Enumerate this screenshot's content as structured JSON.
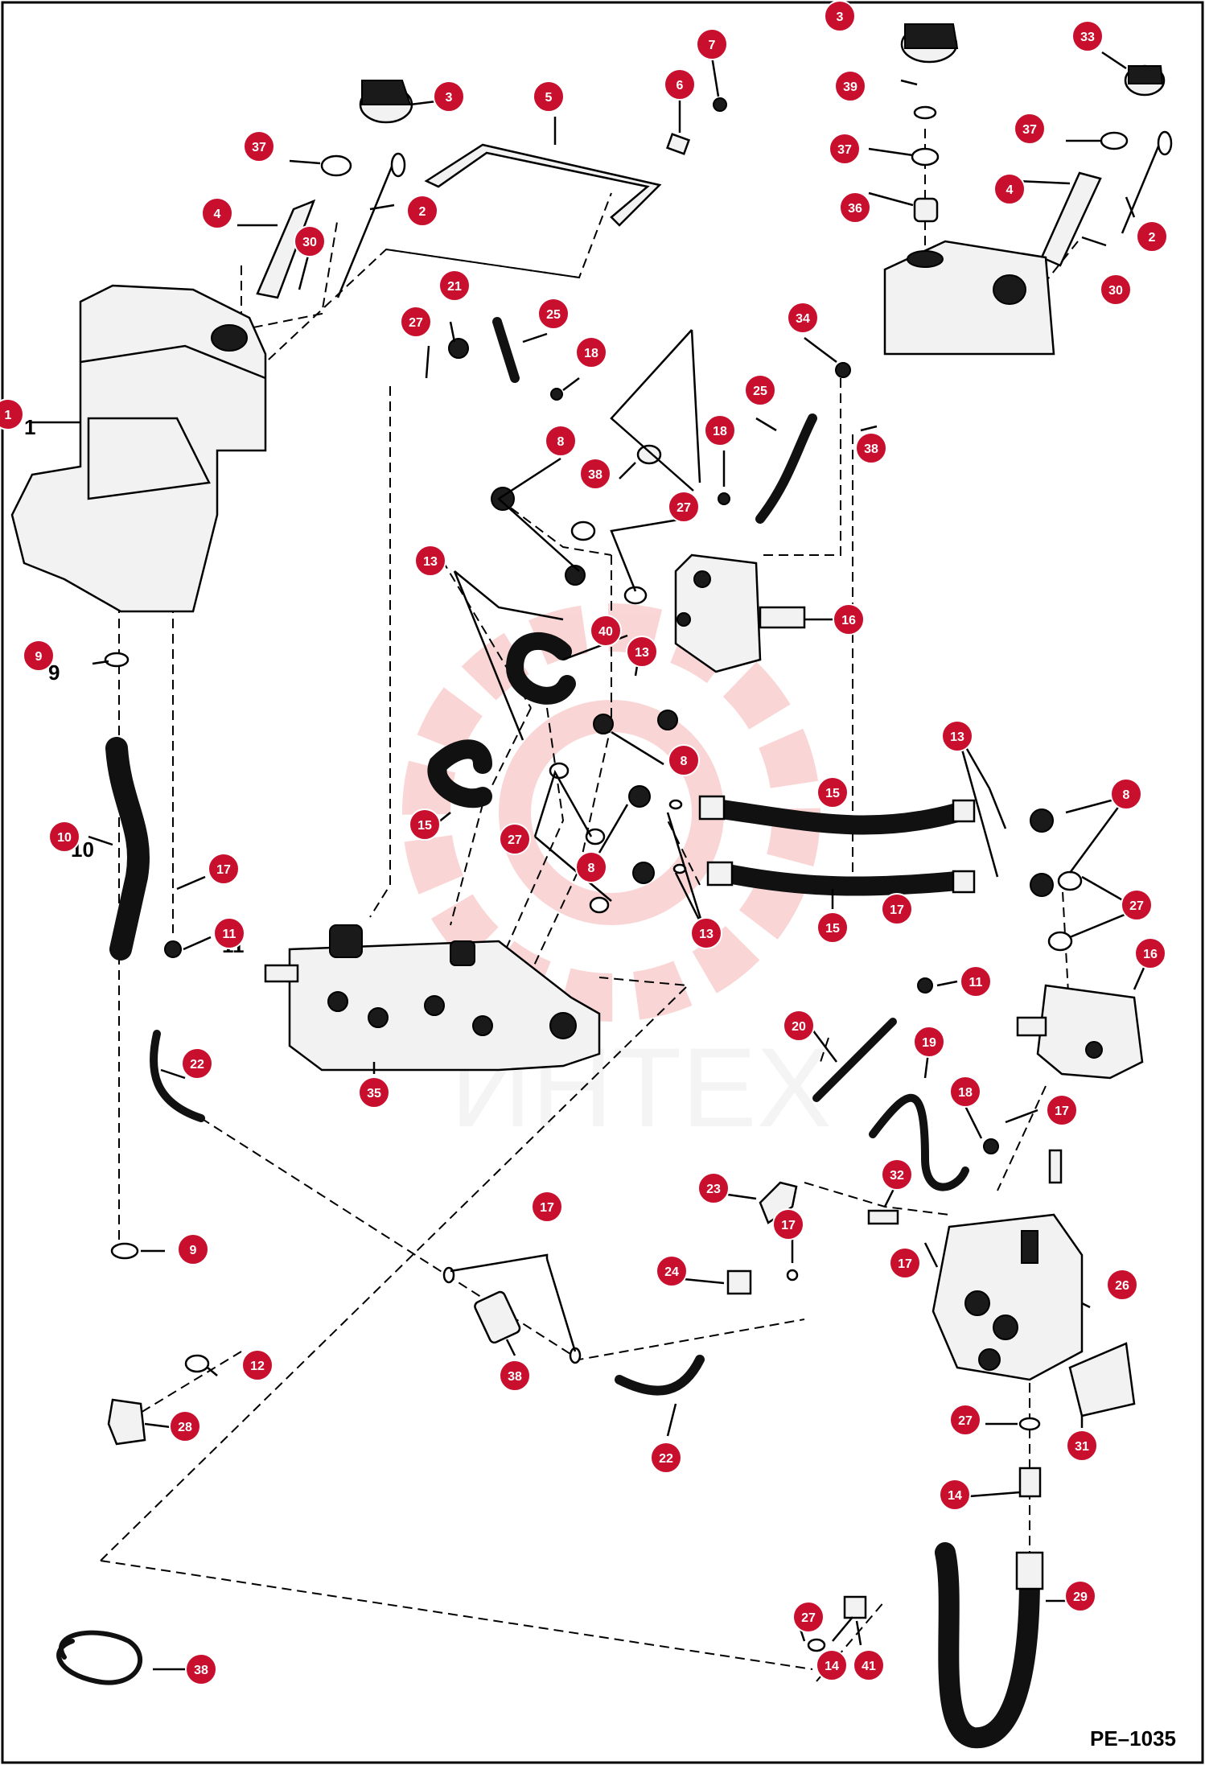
{
  "drawing_code": "PE–1035",
  "watermark_text": "ИНТЕХ",
  "accent_color": "#c8102e",
  "callouts": [
    {
      "label": "1"
    },
    {
      "label": "2"
    },
    {
      "label": "2"
    },
    {
      "label": "3"
    },
    {
      "label": "3"
    },
    {
      "label": "4"
    },
    {
      "label": "4"
    },
    {
      "label": "5"
    },
    {
      "label": "6"
    },
    {
      "label": "7"
    },
    {
      "label": "8"
    },
    {
      "label": "8"
    },
    {
      "label": "8"
    },
    {
      "label": "8"
    },
    {
      "label": "9"
    },
    {
      "label": "9"
    },
    {
      "label": "10"
    },
    {
      "label": "11"
    },
    {
      "label": "11"
    },
    {
      "label": "12"
    },
    {
      "label": "13"
    },
    {
      "label": "13"
    },
    {
      "label": "13"
    },
    {
      "label": "13"
    },
    {
      "label": "14"
    },
    {
      "label": "14"
    },
    {
      "label": "15"
    },
    {
      "label": "15"
    },
    {
      "label": "15"
    },
    {
      "label": "16"
    },
    {
      "label": "16"
    },
    {
      "label": "17"
    },
    {
      "label": "17"
    },
    {
      "label": "17"
    },
    {
      "label": "17"
    },
    {
      "label": "17"
    },
    {
      "label": "17"
    },
    {
      "label": "18"
    },
    {
      "label": "18"
    },
    {
      "label": "18"
    },
    {
      "label": "19"
    },
    {
      "label": "20"
    },
    {
      "label": "21"
    },
    {
      "label": "22"
    },
    {
      "label": "22"
    },
    {
      "label": "23"
    },
    {
      "label": "24"
    },
    {
      "label": "25"
    },
    {
      "label": "25"
    },
    {
      "label": "26"
    },
    {
      "label": "27"
    },
    {
      "label": "27"
    },
    {
      "label": "27"
    },
    {
      "label": "27"
    },
    {
      "label": "27"
    },
    {
      "label": "27"
    },
    {
      "label": "28"
    },
    {
      "label": "29"
    },
    {
      "label": "30"
    },
    {
      "label": "30"
    },
    {
      "label": "31"
    },
    {
      "label": "32"
    },
    {
      "label": "33"
    },
    {
      "label": "34"
    },
    {
      "label": "35"
    },
    {
      "label": "36"
    },
    {
      "label": "37"
    },
    {
      "label": "37"
    },
    {
      "label": "37"
    },
    {
      "label": "38"
    },
    {
      "label": "38"
    },
    {
      "label": "38"
    },
    {
      "label": "38"
    },
    {
      "label": "39"
    },
    {
      "label": "40"
    },
    {
      "label": "41"
    }
  ]
}
